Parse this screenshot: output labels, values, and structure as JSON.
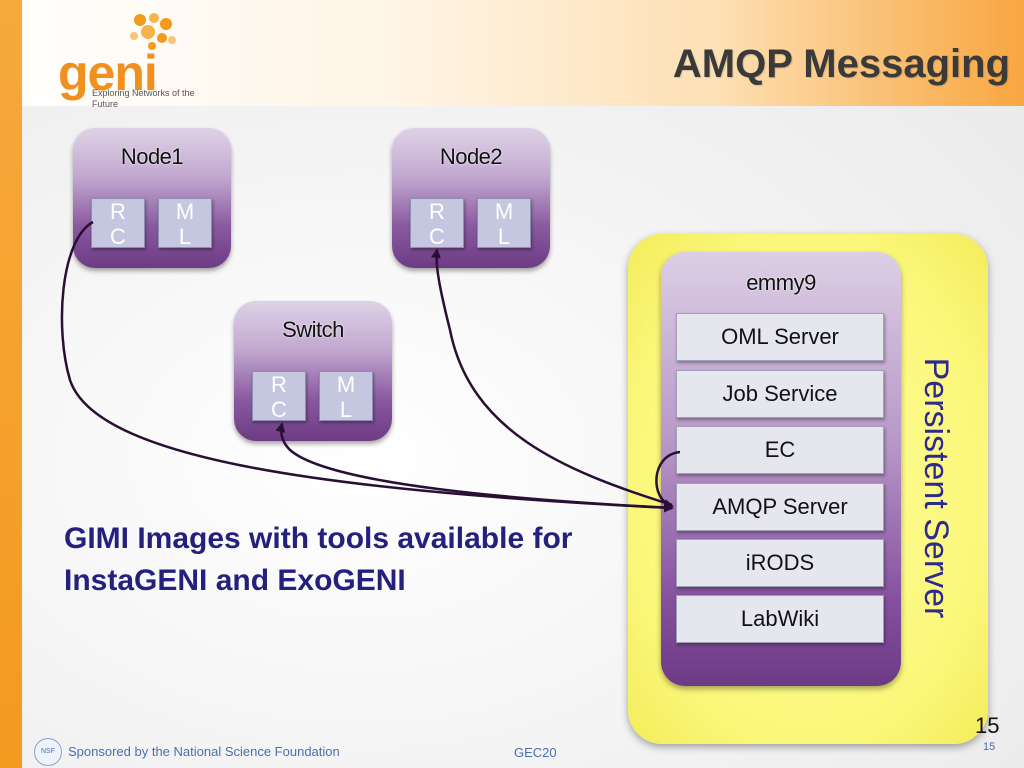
{
  "header": {
    "title": "AMQP Messaging",
    "logo_text": "geni",
    "logo_subtitle": "Exploring Networks of the Future"
  },
  "nodes": [
    {
      "label": "Node1",
      "chips": [
        "RC",
        "ML"
      ]
    },
    {
      "label": "Node2",
      "chips": [
        "RC",
        "ML"
      ]
    },
    {
      "label": "Switch",
      "chips": [
        "RC",
        "ML"
      ]
    }
  ],
  "server": {
    "outer_label": "Persistent Server",
    "host_label": "emmy9",
    "services": [
      "OML Server",
      "Job Service",
      "EC",
      "AMQP Server",
      "iRODS",
      "LabWiki"
    ]
  },
  "caption": "GIMI Images with tools available for InstaGENI and ExoGENI",
  "footer": {
    "nsf_badge": "NSF",
    "sponsor": "Sponsored by the National Science Foundation",
    "event": "GEC20",
    "page_small": "15",
    "page_large": "15"
  },
  "colors": {
    "accent_orange": "#f39a1f",
    "node_purple": "#6c3b84",
    "caption_blue": "#24207e",
    "server_yellow": "#fbf77a"
  }
}
